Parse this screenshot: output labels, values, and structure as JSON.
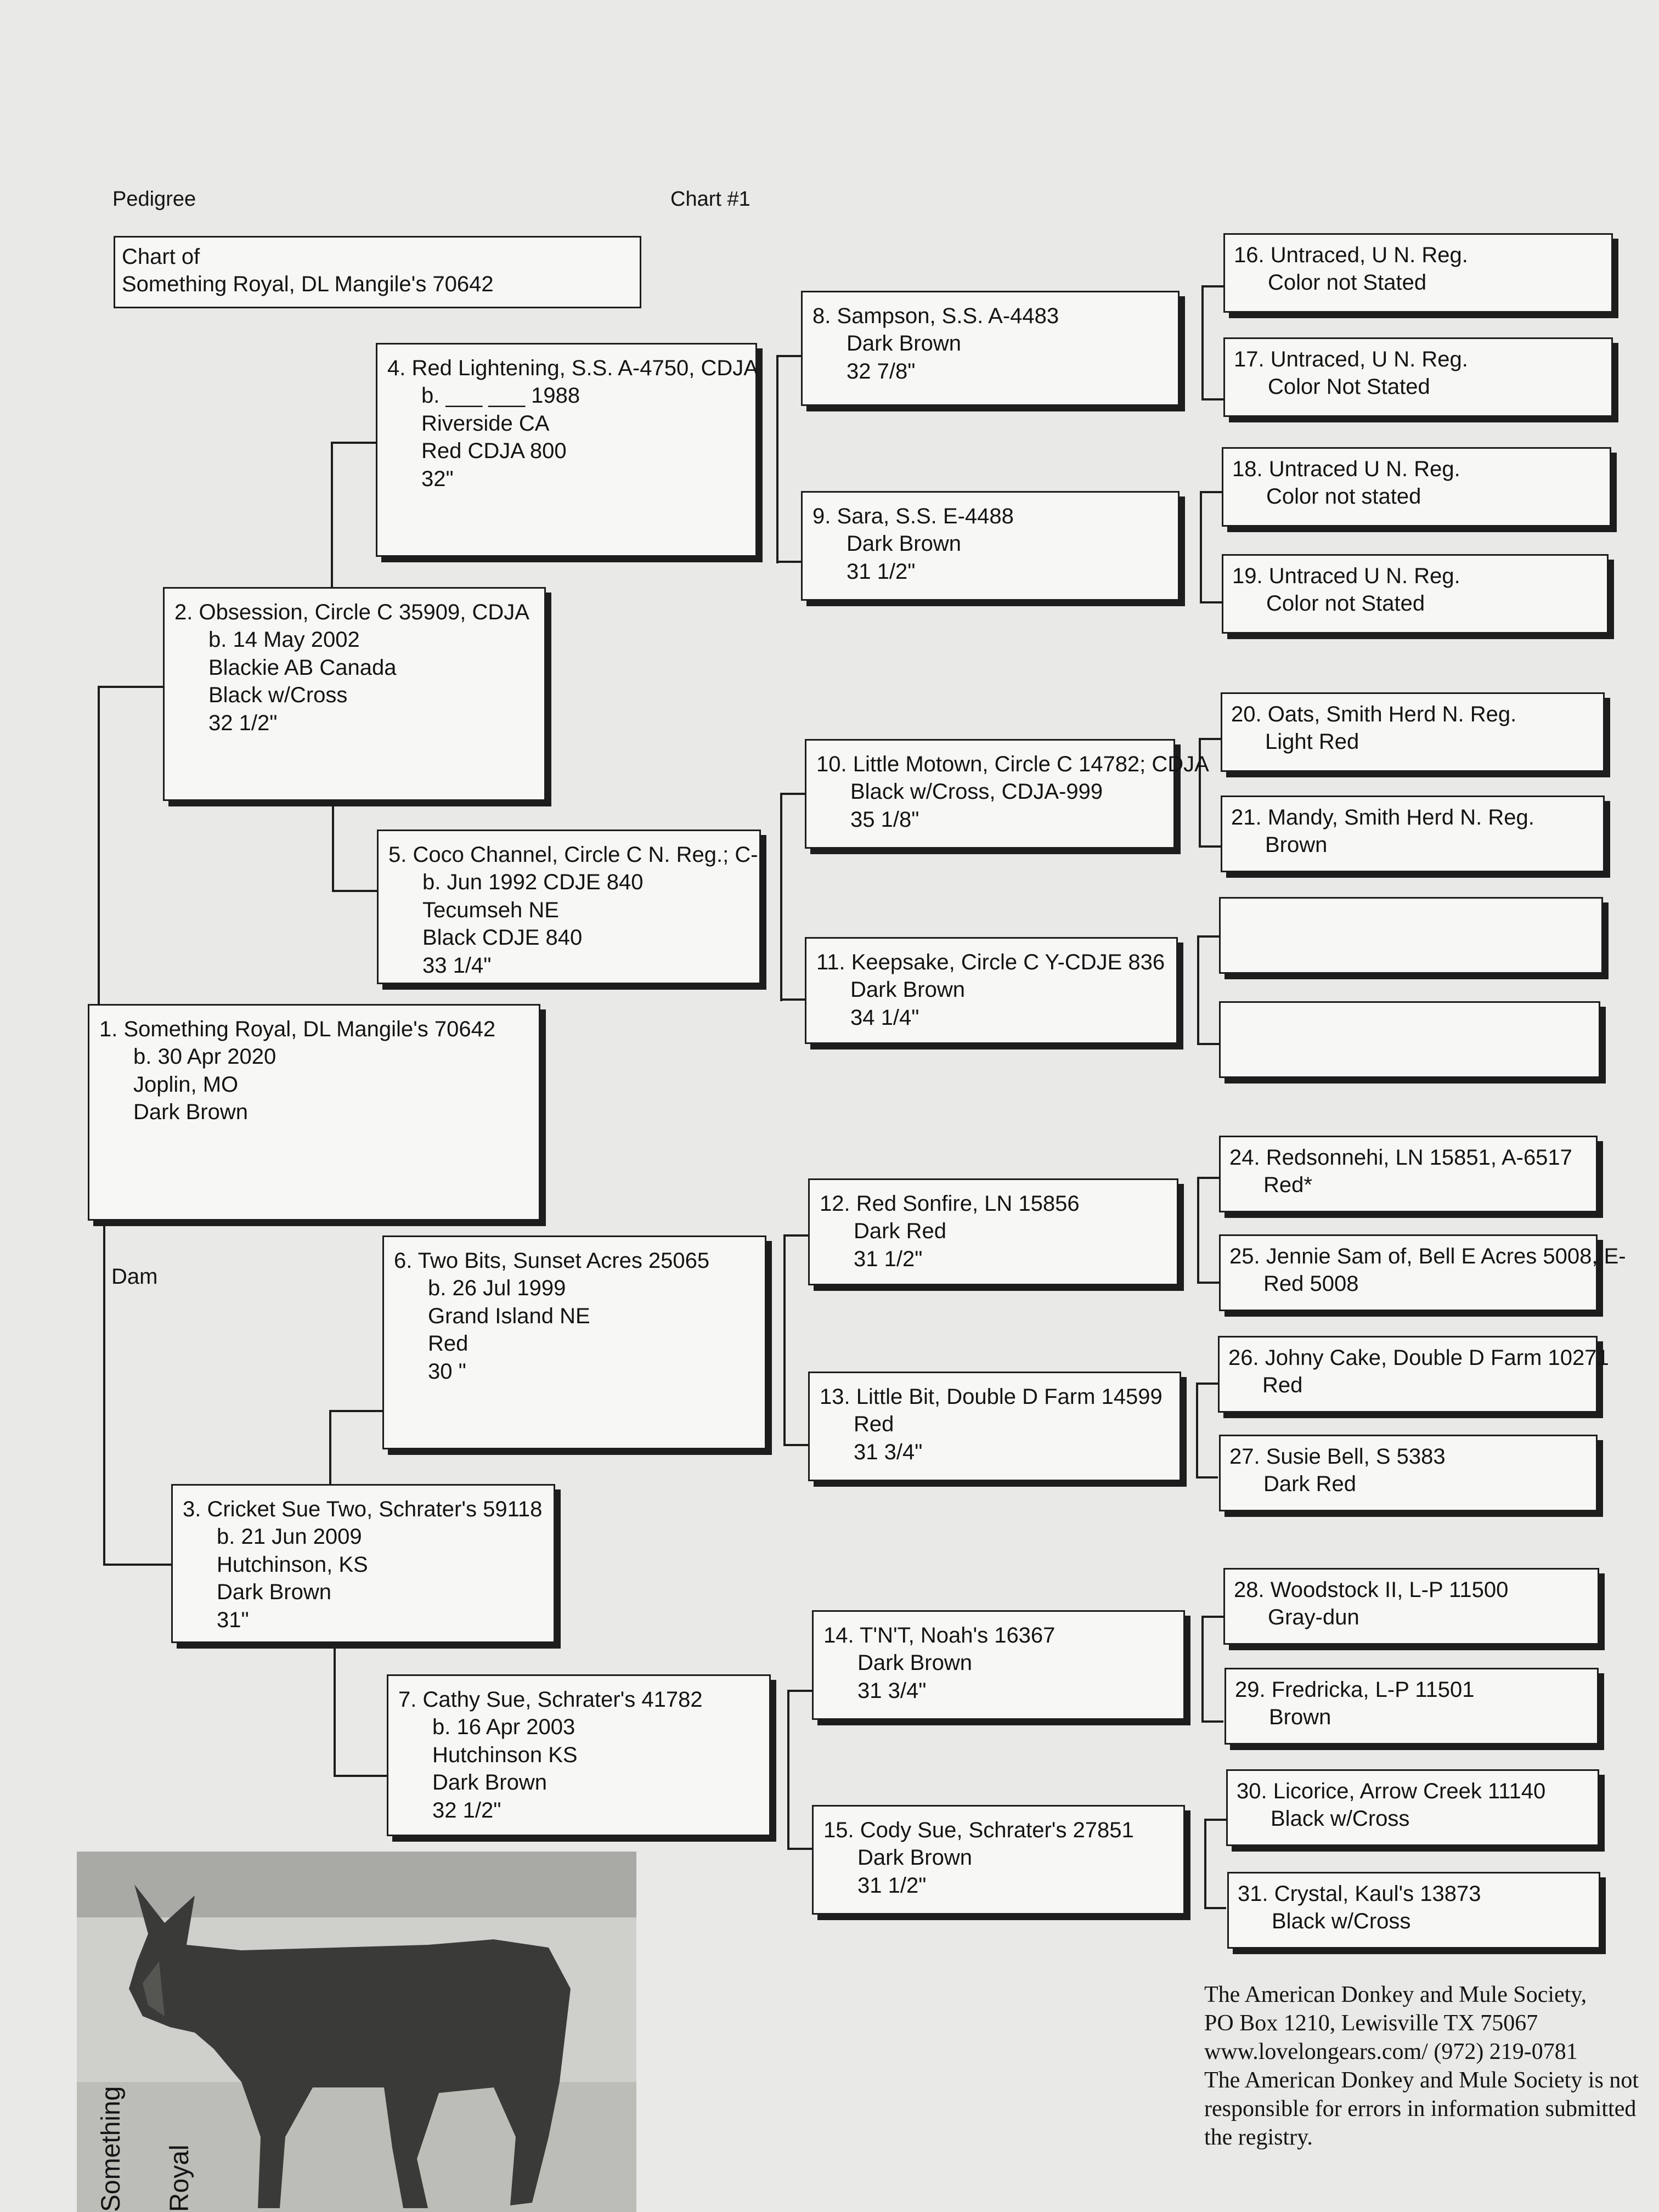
{
  "header": {
    "left": "Pedigree",
    "center": "Chart #1"
  },
  "chart_of": [
    "Chart of",
    "Something Royal, DL Mangile's 70642"
  ],
  "dam_label": "Dam",
  "animals": {
    "a1": [
      "1. Something Royal, DL Mangile's 70642",
      "b. 30 Apr 2020",
      "Joplin, MO",
      "Dark Brown"
    ],
    "a2": [
      "2. Obsession, Circle C 35909, CDJA",
      "b. 14 May 2002",
      "Blackie AB Canada",
      "Black w/Cross",
      "32 1/2\""
    ],
    "a3": [
      "3. Cricket Sue Two, Schrater's 59118",
      "b. 21 Jun 2009",
      "Hutchinson, KS",
      "Dark Brown",
      "31\""
    ],
    "a4": [
      "4. Red Lightening, S.S. A-4750, CDJA",
      "b. ___ ___ 1988",
      "Riverside CA",
      "Red   CDJA 800",
      "32\""
    ],
    "a5": [
      "5. Coco Channel, Circle C N. Reg.; C-",
      "b.   Jun 1992  CDJE 840",
      "Tecumseh NE",
      "Black  CDJE 840",
      "33 1/4\""
    ],
    "a6": [
      "6. Two Bits, Sunset Acres 25065",
      "b. 26 Jul 1999",
      "Grand Island NE",
      "Red",
      "30 \""
    ],
    "a7": [
      "7. Cathy Sue, Schrater's 41782",
      "b. 16 Apr 2003",
      "Hutchinson KS",
      "Dark Brown",
      "32 1/2\""
    ],
    "a8": [
      "8. Sampson, S.S. A-4483",
      "Dark Brown",
      "32 7/8\""
    ],
    "a9": [
      "9. Sara, S.S. E-4488",
      "Dark Brown",
      "31 1/2\""
    ],
    "a10": [
      "10. Little Motown, Circle C 14782; CDJA",
      "Black w/Cross,   CDJA-999",
      "35 1/8\""
    ],
    "a11": [
      "11. Keepsake, Circle C Y-CDJE 836",
      "Dark Brown",
      "34 1/4\""
    ],
    "a12": [
      "12. Red Sonfire, LN 15856",
      "Dark Red",
      "31 1/2\""
    ],
    "a13": [
      "13. Little Bit, Double D Farm 14599",
      "Red",
      "31 3/4\""
    ],
    "a14": [
      "14. T'N'T, Noah's 16367",
      "Dark Brown",
      "31 3/4\""
    ],
    "a15": [
      "15. Cody Sue, Schrater's 27851",
      "Dark Brown",
      "31 1/2\""
    ],
    "a16": [
      "16. Untraced, U N. Reg.",
      "Color not Stated"
    ],
    "a17": [
      "17. Untraced, U N. Reg.",
      "Color Not Stated"
    ],
    "a18": [
      "18. Untraced U N. Reg.",
      "Color not stated"
    ],
    "a19": [
      "19. Untraced U N. Reg.",
      "Color not Stated"
    ],
    "a20": [
      "20. Oats, Smith Herd N. Reg.",
      "Light Red"
    ],
    "a21": [
      "21. Mandy, Smith Herd N. Reg.",
      "Brown"
    ],
    "a22": [],
    "a23": [],
    "a24": [
      "24. Redsonnehi, LN 15851, A-6517",
      "Red*"
    ],
    "a25": [
      "25. Jennie Sam of, Bell E Acres 5008, E-",
      "Red 5008"
    ],
    "a26": [
      "26. Johny Cake, Double D Farm 10271",
      "Red"
    ],
    "a27": [
      "27. Susie Bell, S 5383",
      "Dark Red"
    ],
    "a28": [
      "28. Woodstock II, L-P 11500",
      "Gray-dun"
    ],
    "a29": [
      "29. Fredricka, L-P 11501",
      "Brown"
    ],
    "a30": [
      "30. Licorice, Arrow Creek 11140",
      "Black w/Cross"
    ],
    "a31": [
      "31. Crystal, Kaul's 13873",
      "Black w/Cross"
    ]
  },
  "footer": [
    "The American Donkey and Mule Society,",
    "PO Box 1210, Lewisville TX 75067",
    "www.lovelongears.com/ (972) 219-0781",
    "The American Donkey and Mule Society is not",
    "responsible for errors in information submitted",
    "the registry."
  ],
  "photo_caption": [
    "Something",
    "Royal"
  ]
}
